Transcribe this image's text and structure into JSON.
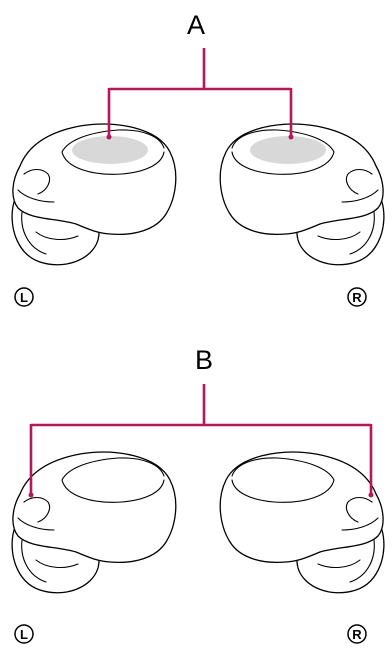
{
  "figure": {
    "top_group": {
      "label": "A",
      "left_side_mark": "L",
      "right_side_mark": "R",
      "callout_color": "#B5175A",
      "highlight_color": "#D8D8D8"
    },
    "bottom_group": {
      "label": "B",
      "left_side_mark": "L",
      "right_side_mark": "R",
      "callout_color": "#B5175A"
    }
  }
}
